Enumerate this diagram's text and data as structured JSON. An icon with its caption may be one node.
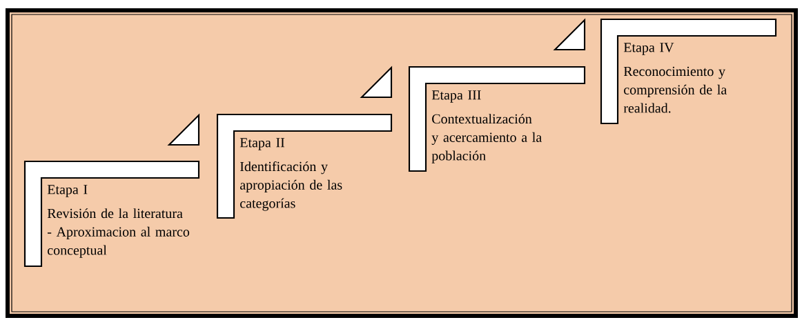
{
  "diagram": {
    "nodes": [
      {
        "text": [
          "Etapa I",
          "Revisión de la literatura - Aproximacion al marco conceptual"
        ]
      },
      {
        "text": [
          "Etapa II",
          "Identificación y apropiación de las categorías"
        ]
      },
      {
        "text": [
          "Etapa III",
          "Contextualización y acercamiento a la población"
        ]
      },
      {
        "text": [
          "Etapa IV",
          "Reconocimiento y comprensión de la realidad."
        ]
      }
    ]
  }
}
